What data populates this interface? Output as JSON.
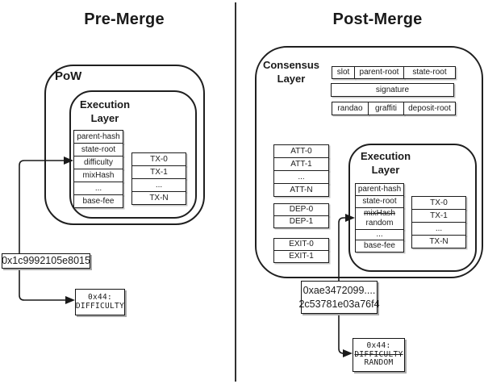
{
  "colors": {
    "ink": "#1a1a1a",
    "background": "#ffffff"
  },
  "left": {
    "title": "Pre-Merge",
    "pow_label": "PoW",
    "execution_label_line1": "Execution",
    "execution_label_line2": "Layer",
    "header_fields": [
      "parent-hash",
      "state-root",
      "difficulty",
      "mixHash",
      "...",
      "base-fee"
    ],
    "transactions": [
      "TX-0",
      "TX-1",
      "...",
      "TX-N"
    ],
    "difficulty_value": "0x1c9992105e8015",
    "opcode_box": {
      "line1": "0x44:",
      "line2": "DIFFICULTY"
    }
  },
  "right": {
    "title": "Post-Merge",
    "consensus_label_line1": "Consensus",
    "consensus_label_line2": "Layer",
    "beacon_row1": [
      "slot",
      "parent-root",
      "state-root"
    ],
    "beacon_row2": [
      "signature"
    ],
    "beacon_row3": [
      "randao",
      "graffiti",
      "deposit-root"
    ],
    "attestations": [
      "ATT-0",
      "ATT-1",
      "...",
      "ATT-N"
    ],
    "deposits": [
      "DEP-0",
      "DEP-1"
    ],
    "exits": [
      "EXIT-0",
      "EXIT-1"
    ],
    "execution_label_line1": "Execution",
    "execution_label_line2": "Layer",
    "field_parent_hash": "parent-hash",
    "field_state_root": "state-root",
    "field_mixhash_struck": "mixHash",
    "field_random": "random",
    "field_ellipsis": "...",
    "field_base_fee": "base-fee",
    "transactions": [
      "TX-0",
      "TX-1",
      "...",
      "TX-N"
    ],
    "random_value_line1": "0xae3472099....",
    "random_value_line2": "2c53781e03a76f4",
    "opcode_box": {
      "line1": "0x44:",
      "line2_struck": "DIFFICULTY",
      "line3": "RANDOM"
    }
  }
}
